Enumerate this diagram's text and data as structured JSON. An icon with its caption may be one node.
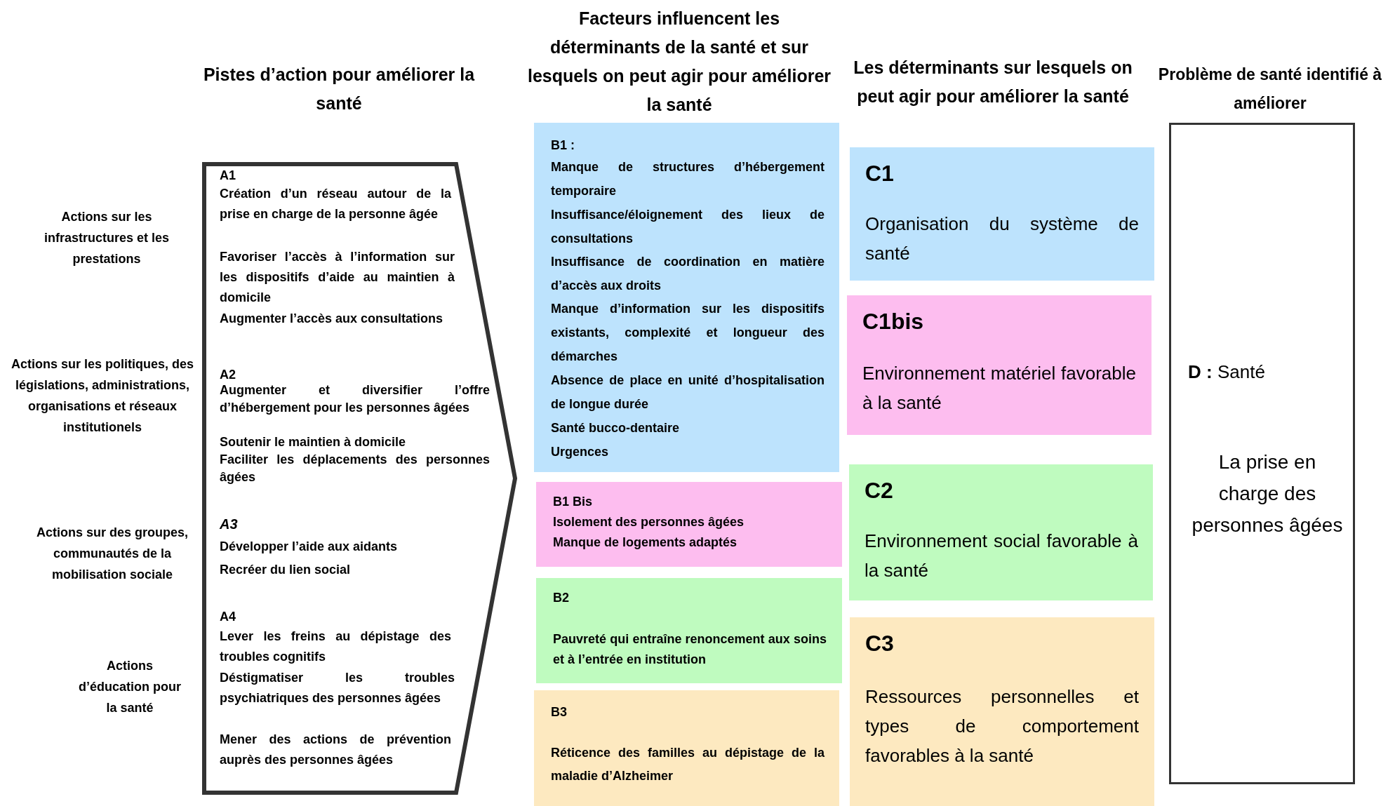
{
  "diagram": {
    "nodes": [
      {
        "text": [
          "A1",
          "Création d’un réseau autour de la prise en charge de la personne âgée",
          "Favoriser l’accès à l’information sur les dispositifs d’aide au maintien à domicile",
          "Augmenter l’accès aux consultations",
          "A2",
          "Augmenter et diversifier l’offre d’hébergement pour les personnes âgées",
          "Soutenir le maintien à domicile",
          "Faciliter les déplacements des personnes âgées",
          "A3",
          "Développer l’aide aux aidants",
          "Recréer du lien social",
          "A4",
          "Lever les freins au dépistage des troubles cognitifs",
          "Déstigmatiser les troubles psychiatriques des personnes âgées",
          "Mener des actions de prévention auprès des personnes âgées"
        ]
      },
      {
        "text": [
          "B1 :",
          "Manque de structures d’hébergement temporaire",
          "Insuffisance/éloignement des lieux de consultations",
          "Insuffisance de coordination en matière d’accès aux droits",
          "Manque d’information sur les dispositifs existants, complexité et longueur des démarches",
          "Absence de place en unité d’hospitalisation de longue durée",
          "Santé bucco-dentaire",
          "Urgences"
        ]
      },
      {
        "text": [
          "B1 Bis",
          "Isolement des personnes âgées",
          "Manque de logements adaptés"
        ]
      },
      {
        "text": [
          "B2",
          "Pauvreté qui entraîne renoncement aux soins et à l’entrée en institution"
        ]
      },
      {
        "text": [
          "B3",
          "Réticence des familles au dépistage de la maladie d’Alzheimer"
        ]
      },
      {
        "text": [
          "C1",
          "Organisation du système de santé"
        ]
      },
      {
        "text": [
          "C1bis",
          "Environnement matériel favorable à la santé"
        ]
      },
      {
        "text": [
          "C2",
          "Environnement social favorable à la santé"
        ]
      },
      {
        "text": [
          "C3",
          "Ressources personnelles et types de comportement favorables à la santé"
        ]
      },
      {
        "text": [
          "**D :** Santé",
          "La prise en charge des personnes âgées"
        ]
      }
    ],
    "edges": [],
    "labels": [
      "Facteurs influencent les déterminants de la santé et sur lesquels on peut agir pour améliorer la santé",
      "Pistes d’action pour améliorer la santé",
      "Les déterminants sur lesquels on peut agir pour améliorer la santé",
      "Problème de santé identifié à améliorer",
      "Actions sur les infrastructures et les prestations",
      "Actions sur les politiques, des législations, administrations, organisations et réseaux institutionels",
      "Actions sur des groupes, communautés de la mobilisation sociale",
      "Actions d’éducation pour la santé"
    ]
  }
}
